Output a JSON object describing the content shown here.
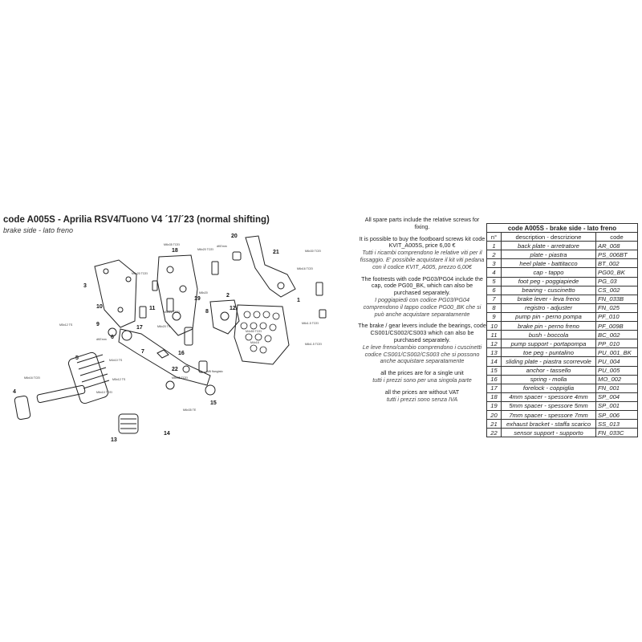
{
  "header": {
    "title": "code A005S - Aprilia RSV4/Tuono V4 ´17/´23 (normal shifting)",
    "subtitle": "brake side - lato freno"
  },
  "diagram": {
    "callouts": [
      "18",
      "20",
      "21",
      "3",
      "2",
      "1",
      "9",
      "10",
      "11",
      "8",
      "4",
      "5",
      "6",
      "17",
      "22",
      "7",
      "13",
      "12",
      "15",
      "14",
      "16",
      "19"
    ],
    "small_labels": [
      "M6x20 TCEI",
      "M6x35 TCEI",
      "M6x30 TCEI",
      "M6x16 TCEI",
      "M6x1.5 TCEI",
      "M8x20",
      "M6x20 TCEI",
      "M5x12 TS",
      "M4x50 TCEI",
      "M4x16",
      "M5x12 TCEI",
      "M6x20 TS",
      "M4x10 TS",
      "M6x35 TE",
      "M6 flangiato",
      "M5x12 TS",
      "M6x16 TCEI",
      "M6x35 TCEI",
      "M8x1.5 TCEI",
      "dKEmm",
      "dKEmm",
      "M6x10 TCEI"
    ]
  },
  "notes": [
    {
      "en": "All spare parts include the relative screws for fixing.",
      "it": ""
    },
    {
      "en": "It is possible to buy the footboard screws kit code KVIT_A005S, price 6,00 €",
      "it": "Tutti i ricambi comprendono le relative viti per il fissaggio. E' possibile acquistare il kit viti pedana con il codice KVIT_A005, prezzo 6,00€"
    },
    {
      "en": "The footrests with code PG03/PG04 include the cap, code PG00_BK, which can also be purchased separately.",
      "it": "I poggiapiedi con codice PG03/PG04 comprendono il tappo codice PG00_BK che si può anche acquistare separatamente"
    },
    {
      "en": "The brake / gear levers include the bearings, code CS001/CS002/CS003 which can also be purchased separately.",
      "it": "Le leve freno/cambio comprendono i cuscinetti codice CS001/CS002/CS003 che si possono anche acquistare separatamente"
    },
    {
      "en": "all the prices are for a single unit",
      "it": "tutti i prezzi sono per una singola parte"
    },
    {
      "en": "all the prices are without VAT",
      "it": "tutti i prezzi sono senza IVA"
    }
  ],
  "parts_table": {
    "caption": "code A005S - brake side - lato freno",
    "headers": [
      "n°",
      "description - descrizione",
      "code"
    ],
    "rows": [
      [
        "1",
        "back plate - arretratore",
        "AR_008"
      ],
      [
        "2",
        "plate - piastra",
        "PS_006BT"
      ],
      [
        "3",
        "heel plate - battitacco",
        "BT_002"
      ],
      [
        "4",
        "cap - tappo",
        "PG00_BK"
      ],
      [
        "5",
        "foot peg - poggiapiede",
        "PG_03"
      ],
      [
        "6",
        "bearing - cuscinetto",
        "CS_002"
      ],
      [
        "7",
        "brake lever - leva freno",
        "FN_033B"
      ],
      [
        "8",
        "registro - adjuster",
        "FN_025"
      ],
      [
        "9",
        "pump pin - perno pompa",
        "PF_010"
      ],
      [
        "10",
        "brake pin - perno freno",
        "PF_009B"
      ],
      [
        "11",
        "bush - boccola",
        "BC_002"
      ],
      [
        "12",
        "pump support - portapompa",
        "PP_010"
      ],
      [
        "13",
        "toe peg - puntalino",
        "PU_001_BK"
      ],
      [
        "14",
        "sliding plate - piastra scorrevole",
        "PU_004"
      ],
      [
        "15",
        "anchor - tassello",
        "PU_005"
      ],
      [
        "16",
        "spring - molla",
        "MO_002"
      ],
      [
        "17",
        "forelock - coppiglia",
        "FN_001"
      ],
      [
        "18",
        "4mm spacer - spessore 4mm",
        "SP_004"
      ],
      [
        "19",
        "5mm spacer - spessore 5mm",
        "SP_001"
      ],
      [
        "20",
        "7mm spacer - spessore 7mm",
        "SP_006"
      ],
      [
        "21",
        "exhaust bracket - staffa scarico",
        "SS_013"
      ],
      [
        "22",
        "sensor support - supporto",
        "FN_033C"
      ]
    ]
  }
}
